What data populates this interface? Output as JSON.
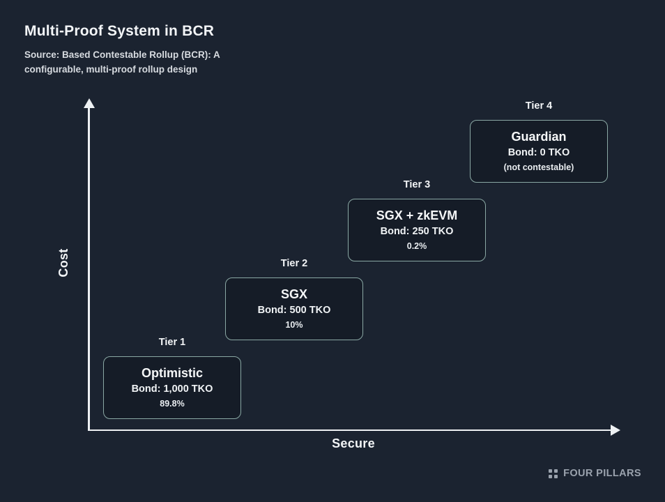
{
  "title": "Multi-Proof System in BCR",
  "source": {
    "line1": "Source: Based Contestable Rollup (BCR): A",
    "line2": "configurable, multi-proof rollup design"
  },
  "axes": {
    "y_label": "Cost",
    "x_label": "Secure"
  },
  "tiers": [
    {
      "label": "Tier 1",
      "name": "Optimistic",
      "bond": "Bond: 1,000 TKO",
      "detail": "89.8%"
    },
    {
      "label": "Tier 2",
      "name": "SGX",
      "bond": "Bond: 500 TKO",
      "detail": "10%"
    },
    {
      "label": "Tier 3",
      "name": "SGX + zkEVM",
      "bond": "Bond: 250 TKO",
      "detail": "0.2%"
    },
    {
      "label": "Tier 4",
      "name": "Guardian",
      "bond": "Bond: 0 TKO",
      "detail": "(not contestable)"
    }
  ],
  "footer": {
    "brand": "FOUR PILLARS",
    "logo_icon": "four-dots-icon"
  },
  "colors": {
    "background": "#1b2330",
    "box_fill": "#151c27",
    "box_border": "#8aa8a4",
    "text": "#f3f5f7",
    "muted_text": "#d7dbe0",
    "brand_text": "#9aa2ad",
    "axis": "#eef1f3"
  }
}
